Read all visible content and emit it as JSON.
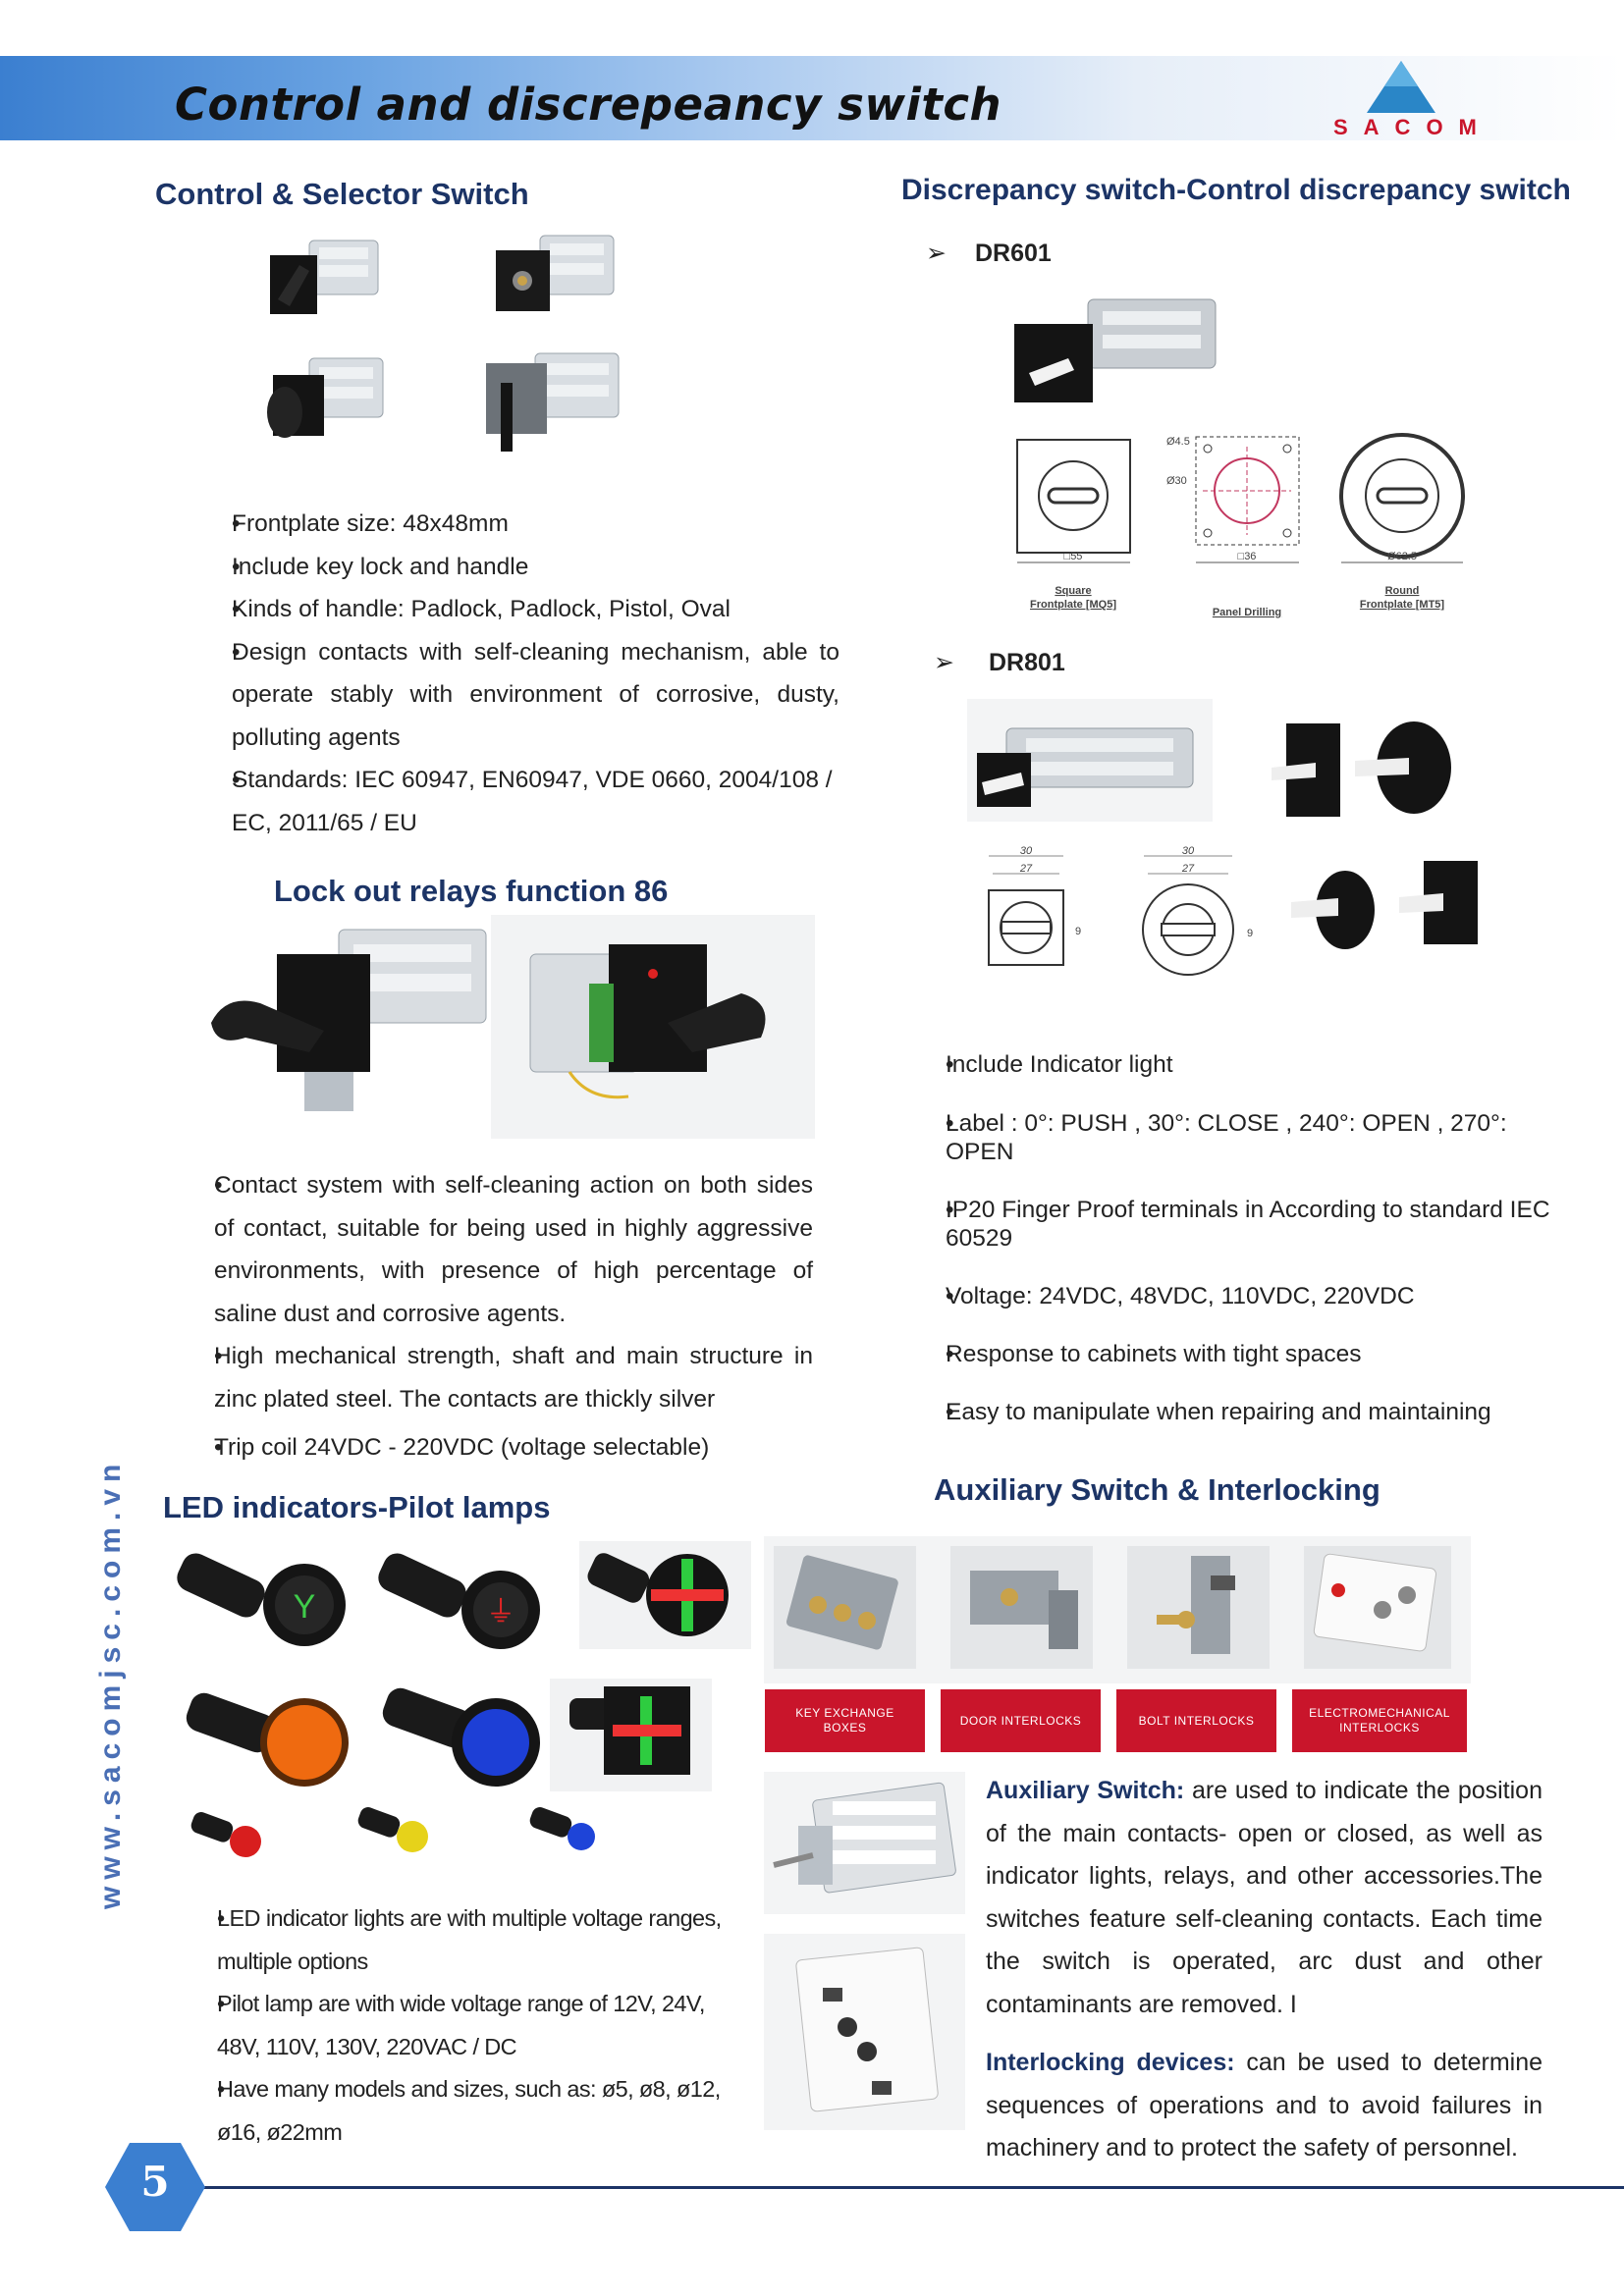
{
  "header": {
    "title": "Control and discrepeancy switch",
    "brand": "SACOM",
    "accent_color": "#3b7fd0",
    "brand_color": "#c9152b"
  },
  "watermark": "www.sacomjsc.com.vn",
  "control_selector": {
    "title": "Control & Selector Switch",
    "bullets": [
      "Frontplate size: 48x48mm",
      "Include key lock and handle",
      "Kinds of handle: Padlock, Padlock, Pistol, Oval",
      "Design contacts with self-cleaning mechanism, able to operate stably with environment of corrosive, dusty, polluting agents",
      "Standards: IEC 60947, EN60947, VDE 0660, 2004/108 / EC, 2011/65 / EU"
    ]
  },
  "lockout": {
    "title": "Lock out relays function 86",
    "bullets": [
      "Contact system with self-cleaning action on both sides of contact, suitable for being used in highly aggressive environments, with presence of high percentage of saline dust and corrosive agents.",
      "High mechanical strength, shaft and main structure in zinc plated steel. The contacts are thickly silver",
      "Trip coil 24VDC - 220VDC (voltage selectable)"
    ]
  },
  "led": {
    "title": "LED indicators-Pilot lamps",
    "bullets": [
      "LED indicator lights are with multiple voltage ranges, multiple options",
      "Pilot lamp are  with wide voltage range of 12V, 24V, 48V, 110V, 130V, 220VAC / DC",
      "Have many models and sizes, such as: ø5, ø8, ø12, ø16, ø22mm"
    ]
  },
  "discrepancy": {
    "title": "Discrepancy switch-Control discrepancy switch",
    "models": [
      "DR601",
      "DR801"
    ],
    "drawing_labels": {
      "square_dim": "□55",
      "drill_dim": "□36",
      "round_dim": "Ø62.5",
      "hole_small": "Ø4.5",
      "hole_big": "Ø30",
      "square_caption": "Square",
      "square_caption2": "Frontplate [MQ5]",
      "panel_caption": "Panel Drilling",
      "round_caption": "Round",
      "round_caption2": "Frontplate [MT5]",
      "dim_30": "30",
      "dim_27": "27",
      "dim_9": "9"
    },
    "bullets": [
      "Include Indicator light",
      "Label : 0°: PUSH , 30°: CLOSE , 240°: OPEN , 270°: OPEN",
      "IP20 Finger Proof terminals in According to standard IEC 60529",
      "Voltage: 24VDC, 48VDC, 110VDC, 220VDC",
      "Response to cabinets with tight spaces",
      "Easy to manipulate when repairing and maintaining"
    ]
  },
  "auxiliary": {
    "title": "Auxiliary Switch & Interlocking",
    "labels": [
      "KEY EXCHANGE BOXES",
      "DOOR INTERLOCKS",
      "BOLT INTERLOCKS",
      "ELECTROMECHANICAL INTERLOCKS"
    ],
    "aux_switch_title": "Auxiliary Switch:",
    "aux_switch_text": " are used to indicate the position of the main contacts- open or closed, as well as indicator lights, relays, and other accessories.The switches feature self-cleaning contacts. Each time the switch is operated, arc dust and other contaminants are removed. I",
    "interlock_title": "Interlocking devices:",
    "interlock_text": " can be used to determine sequences of operations and to avoid failures in machinery and to protect the safety of personnel."
  },
  "page_number": "5"
}
